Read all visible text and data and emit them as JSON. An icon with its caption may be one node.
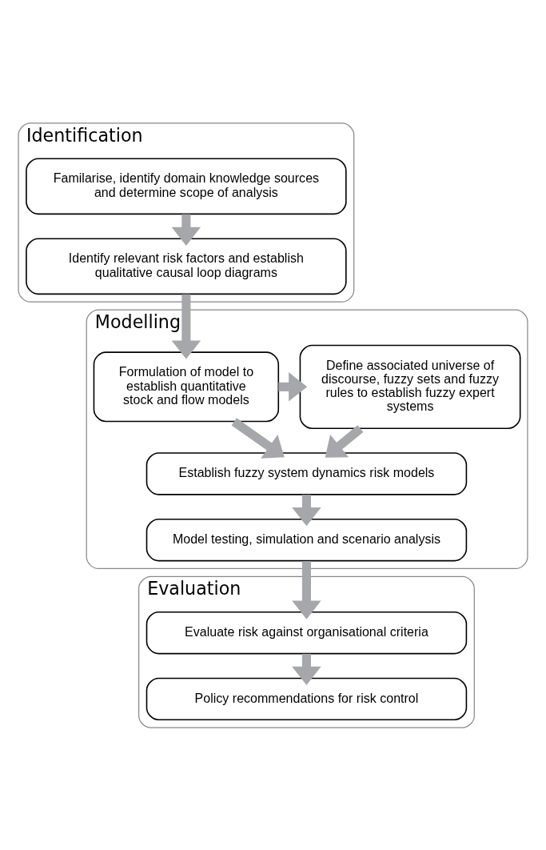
{
  "diagram": {
    "nodes": [
      {
        "text": [
          "Identification"
        ]
      },
      {
        "text": [
          "Familarise, identify domain knowledge sources and determine scope of analysis"
        ],
        "in": 0
      },
      {
        "text": [
          "Identify relevant risk factors and establish qualitative causal loop diagrams"
        ],
        "in": 0
      },
      {
        "text": [
          "Modelling"
        ]
      },
      {
        "text": [
          "Formulation of model to establish quantitative stock and flow models"
        ],
        "in": 3
      },
      {
        "text": [
          "Define associated universe of discourse, fuzzy sets and fuzzy rules to establish fuzzy expert systems"
        ],
        "in": 3
      },
      {
        "text": [
          "Establish fuzzy system dynamics risk models"
        ],
        "in": 3
      },
      {
        "text": [
          "Model testing, simulation and scenario analysis"
        ],
        "in": 3
      },
      {
        "text": [
          "Evaluation"
        ]
      },
      {
        "text": [
          "Evaluate risk against organisational criteria"
        ],
        "in": 8
      },
      {
        "text": [
          "Policy recommendations for risk control"
        ],
        "in": 8
      }
    ],
    "edges": [
      {
        "from": 1,
        "to": 2,
        "arrow": "to"
      },
      {
        "from": 2,
        "to": 4,
        "arrow": "to"
      },
      {
        "from": 4,
        "to": 5,
        "arrow": "to"
      },
      {
        "from": 4,
        "to": 6,
        "arrow": "to"
      },
      {
        "from": 5,
        "to": 6,
        "arrow": "to"
      },
      {
        "from": 6,
        "to": 7,
        "arrow": "to"
      },
      {
        "from": 7,
        "to": 9,
        "arrow": "to"
      },
      {
        "from": 9,
        "to": 10,
        "arrow": "to"
      }
    ]
  }
}
